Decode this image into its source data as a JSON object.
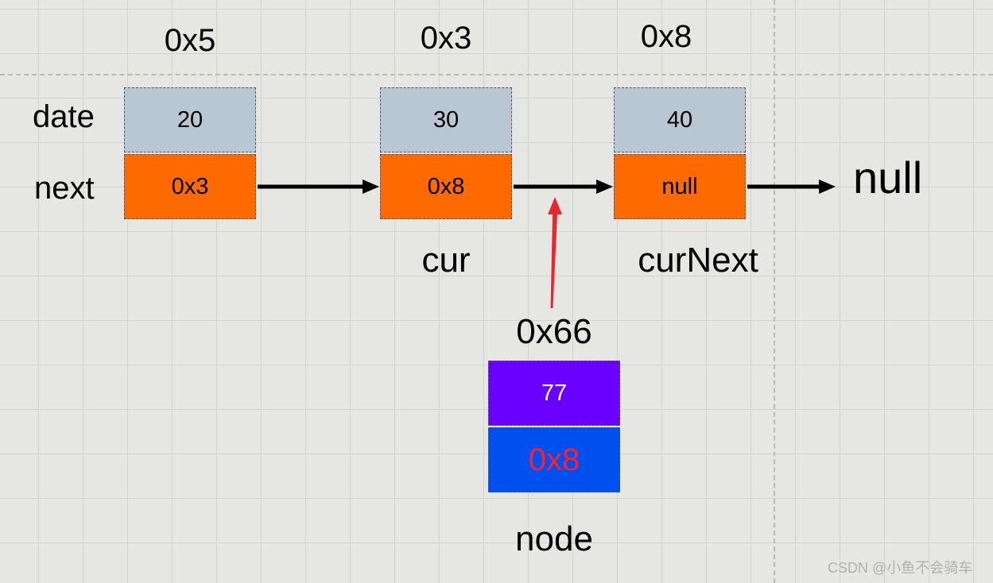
{
  "nodes": [
    {
      "address": "0x5",
      "date": "20",
      "next": "0x3",
      "name": ""
    },
    {
      "address": "0x3",
      "date": "30",
      "next": "0x8",
      "name": "cur"
    },
    {
      "address": "0x8",
      "date": "40",
      "next": "null",
      "name": "curNext"
    }
  ],
  "row_labels": {
    "date": "date",
    "next": "next"
  },
  "terminal": "null",
  "new_node": {
    "address": "0x66",
    "date": "77",
    "next": "0x8",
    "name": "node"
  },
  "watermark": "CSDN @小鱼不会骑车",
  "colors": {
    "date_cell": "#b8c7d1",
    "next_cell": "#ff6a00",
    "new_node_date": "#6a00ff",
    "new_node_next": "#0050ef",
    "new_node_next_text": "#ff1f2a",
    "insert_arrow": "#e8282e"
  }
}
